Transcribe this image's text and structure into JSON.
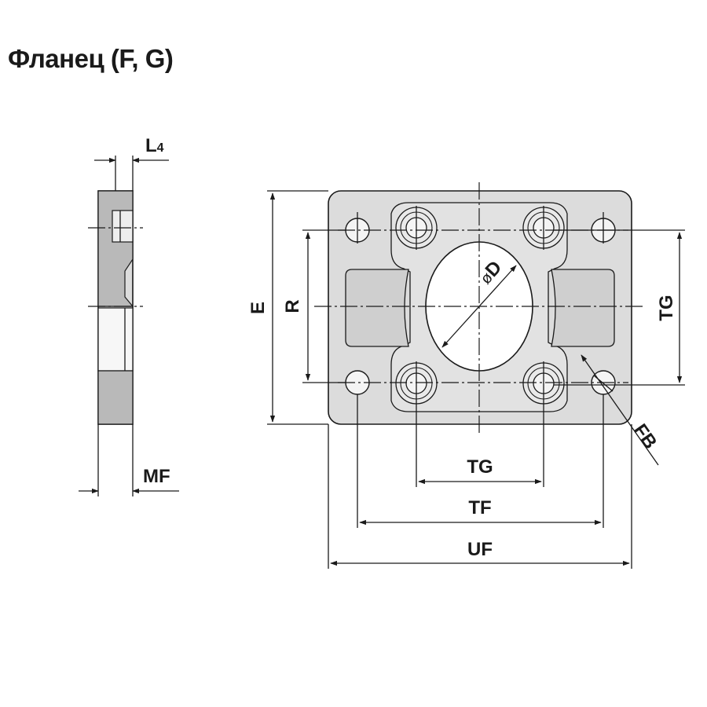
{
  "title": "Фланец (F, G)",
  "labels": {
    "l4": "L",
    "l4_sub": "4",
    "mf": "MF",
    "e": "E",
    "r": "R",
    "tg_right": "TG",
    "tg_bottom": "TG",
    "tf": "TF",
    "uf": "UF",
    "fb": "FB",
    "d_phi": "ø",
    "d": "D"
  },
  "colors": {
    "plate_fill": "#dcdcdc",
    "section_fill": "#b9b9b9",
    "line": "#1a1a1a",
    "bore_fill": "#ffffff"
  }
}
